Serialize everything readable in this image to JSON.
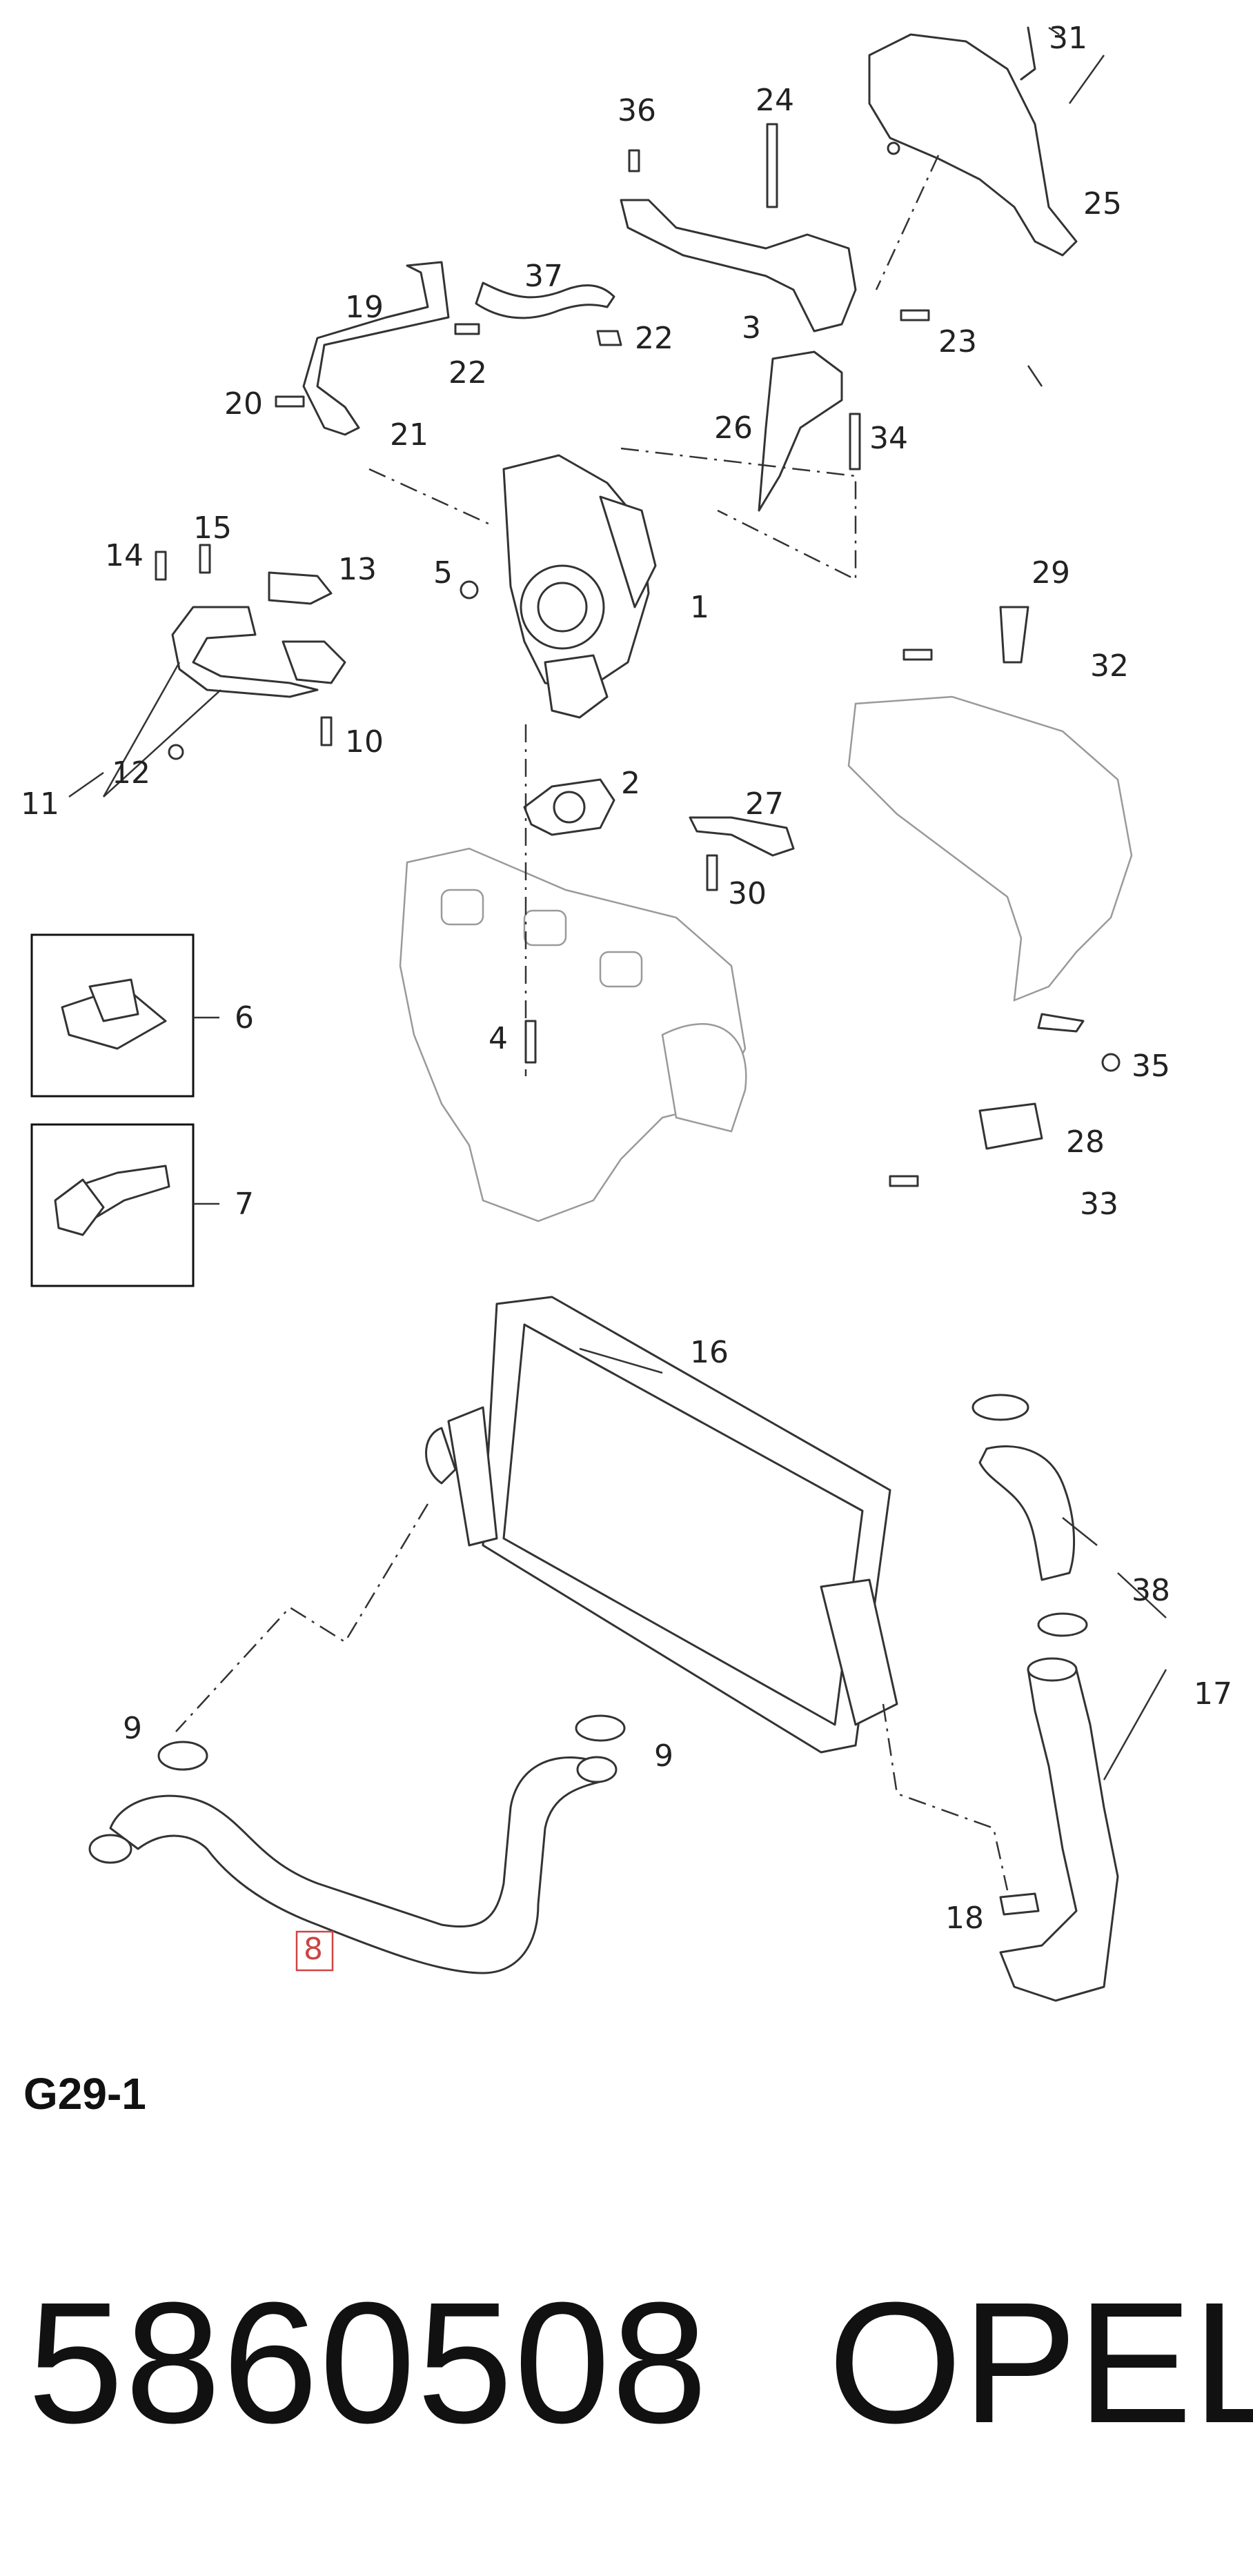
{
  "diagram": {
    "code": "G29-1",
    "part_number": "5860508",
    "brand": "OPEL",
    "callouts": {
      "c1": "1",
      "c2": "2",
      "c3": "3",
      "c4": "4",
      "c5": "5",
      "c6": "6",
      "c7": "7",
      "c8": "8",
      "c9a": "9",
      "c9b": "9",
      "c10": "10",
      "c11": "11",
      "c12": "12",
      "c13": "13",
      "c14": "14",
      "c15": "15",
      "c16": "16",
      "c17": "17",
      "c18": "18",
      "c19": "19",
      "c20": "20",
      "c21": "21",
      "c22a": "22",
      "c22b": "22",
      "c23": "23",
      "c24": "24",
      "c25": "25",
      "c26": "26",
      "c27": "27",
      "c28": "28",
      "c29": "29",
      "c30": "30",
      "c31": "31",
      "c32": "32",
      "c33": "33",
      "c34": "34",
      "c35": "35",
      "c36": "36",
      "c37": "37",
      "c38": "38"
    },
    "highlight_color": "#d04444"
  }
}
